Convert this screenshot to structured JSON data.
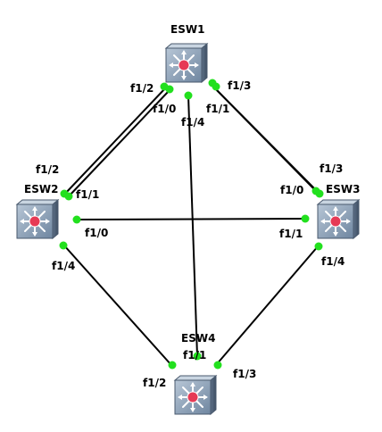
{
  "devices": {
    "esw1": {
      "name": "ESW1",
      "icon": "multilayer-switch-icon"
    },
    "esw2": {
      "name": "ESW2",
      "icon": "multilayer-switch-icon"
    },
    "esw3": {
      "name": "ESW3",
      "icon": "multilayer-switch-icon"
    },
    "esw4": {
      "name": "ESW4",
      "icon": "multilayer-switch-icon"
    }
  },
  "ports": {
    "esw1_f1_2": "f1/2",
    "esw1_f1_0": "f1/0",
    "esw1_f1_4": "f1/4",
    "esw1_f1_1": "f1/1",
    "esw1_f1_3": "f1/3",
    "esw2_f1_2": "f1/2",
    "esw2_f1_1": "f1/1",
    "esw2_f1_0": "f1/0",
    "esw2_f1_4": "f1/4",
    "esw3_f1_3": "f1/3",
    "esw3_f1_0": "f1/0",
    "esw3_f1_1": "f1/1",
    "esw3_f1_4": "f1/4",
    "esw4_f1_1": "f1/1",
    "esw4_f1_2": "f1/2",
    "esw4_f1_3": "f1/3"
  },
  "colors": {
    "link": "#000000",
    "port_up": "#22e01e",
    "switch_face": "#7f95ad",
    "switch_core": "#e63a55"
  }
}
